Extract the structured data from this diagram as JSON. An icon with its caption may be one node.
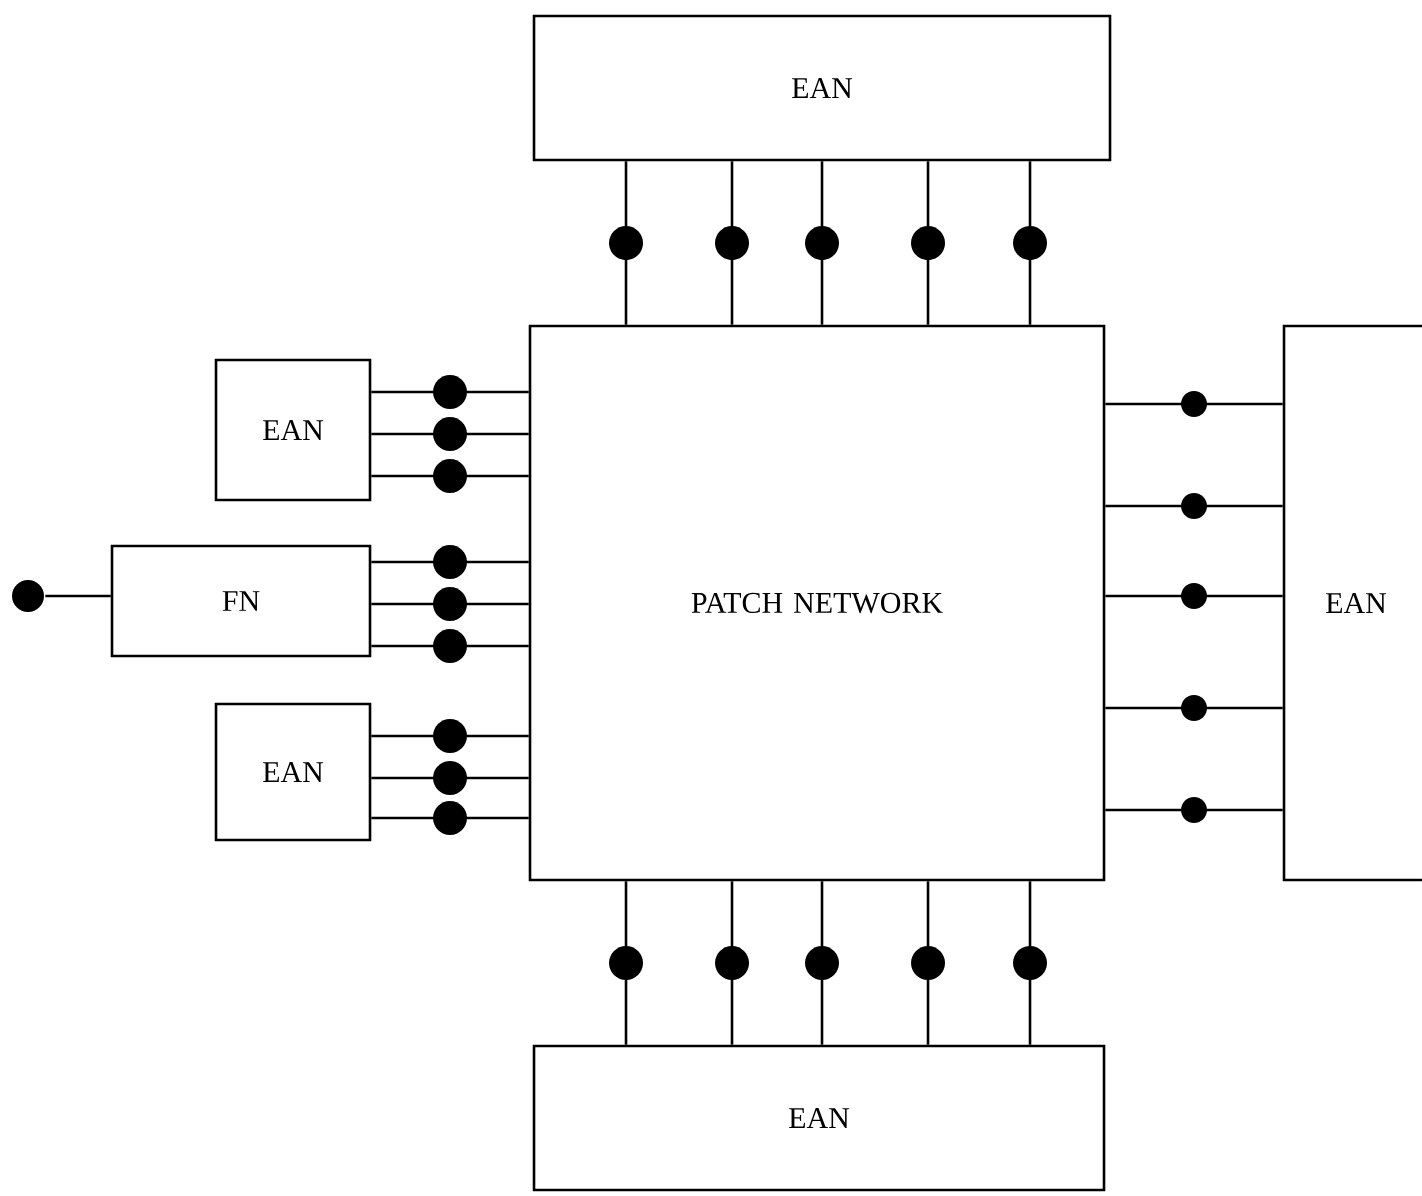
{
  "diagram": {
    "nodes": [
      {
        "text": [
          "EAN"
        ]
      },
      {
        "text": [
          "EAN"
        ]
      },
      {
        "text": [],
        "shape": "circle"
      },
      {
        "text": [
          "FN"
        ]
      },
      {
        "text": [
          "PATCH NETWORK"
        ]
      },
      {
        "text": [
          "EAN"
        ]
      },
      {
        "text": [
          "EAN"
        ]
      },
      {
        "text": [
          "EAN"
        ]
      }
    ],
    "edges": [
      {
        "from": 0,
        "to": 4,
        "arrow": "none"
      },
      {
        "from": 0,
        "to": 4,
        "arrow": "none"
      },
      {
        "from": 0,
        "to": 4,
        "arrow": "none"
      },
      {
        "from": 0,
        "to": 4,
        "arrow": "none"
      },
      {
        "from": 0,
        "to": 4,
        "arrow": "none"
      },
      {
        "from": 1,
        "to": 4,
        "arrow": "none"
      },
      {
        "from": 1,
        "to": 4,
        "arrow": "none"
      },
      {
        "from": 1,
        "to": 4,
        "arrow": "none"
      },
      {
        "from": 2,
        "to": 3,
        "arrow": "none"
      },
      {
        "from": 3,
        "to": 4,
        "arrow": "none"
      },
      {
        "from": 3,
        "to": 4,
        "arrow": "none"
      },
      {
        "from": 3,
        "to": 4,
        "arrow": "none"
      },
      {
        "from": 6,
        "to": 4,
        "arrow": "none"
      },
      {
        "from": 6,
        "to": 4,
        "arrow": "none"
      },
      {
        "from": 6,
        "to": 4,
        "arrow": "none"
      },
      {
        "from": 4,
        "to": 5,
        "arrow": "none"
      },
      {
        "from": 4,
        "to": 5,
        "arrow": "none"
      },
      {
        "from": 4,
        "to": 5,
        "arrow": "none"
      },
      {
        "from": 4,
        "to": 5,
        "arrow": "none"
      },
      {
        "from": 4,
        "to": 5,
        "arrow": "none"
      },
      {
        "from": 4,
        "to": 7,
        "arrow": "none"
      },
      {
        "from": 4,
        "to": 7,
        "arrow": "none"
      },
      {
        "from": 4,
        "to": 7,
        "arrow": "none"
      },
      {
        "from": 4,
        "to": 7,
        "arrow": "none"
      },
      {
        "from": 4,
        "to": 7,
        "arrow": "none"
      }
    ]
  }
}
